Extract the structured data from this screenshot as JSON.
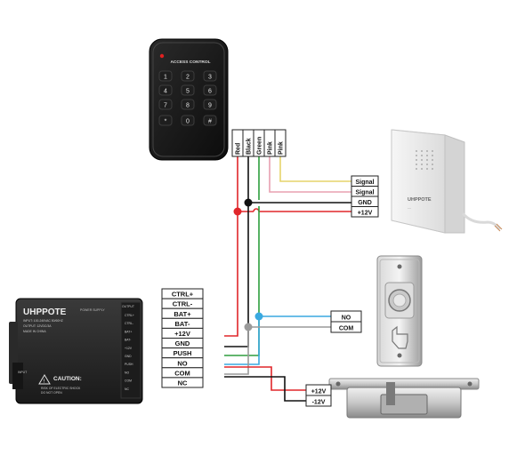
{
  "keypad": {
    "header": "ACCESS CONTROL",
    "keys": [
      "1",
      "2",
      "3",
      "4",
      "5",
      "6",
      "7",
      "8",
      "9",
      "*",
      "0",
      "#"
    ]
  },
  "keypad_wires": [
    "Red",
    "Black",
    "Green",
    "Pink",
    "Pink"
  ],
  "doorbell": {
    "brand": "UHPPOTE",
    "terminals": [
      "Signal",
      "Signal",
      "GND",
      "+12V"
    ]
  },
  "exit_button": {
    "terminals": [
      "NO",
      "COM"
    ]
  },
  "lock": {
    "terminals": [
      "+12V",
      "-12V"
    ]
  },
  "power_supply": {
    "brand": "UHPPOTE",
    "subtitle": "POWER SUPPLY",
    "info_lines": [
      "INPUT: 100-240VAC 50/60HZ",
      "OUTPUT: 12VDC/3A",
      "MADE IN CHINA"
    ],
    "input_label": "INPUT",
    "output_label": "OUTPUT",
    "caution_title": "CAUTION:",
    "caution_lines": [
      "RISK OF ELECTRIC SHOCK",
      "DO NOT OPEN"
    ],
    "terminal_labels": [
      "CTRL+",
      "CTRL-",
      "BAT+",
      "BAT-",
      "+12V",
      "GND",
      "PUSH",
      "NO",
      "COM",
      "NC"
    ]
  },
  "terminal_block": [
    "CTRL+",
    "CTRL-",
    "BAT+",
    "BAT-",
    "+12V",
    "GND",
    "PUSH",
    "NO",
    "COM",
    "NC"
  ],
  "colors": {
    "red": "#e0262a",
    "black": "#111111",
    "green": "#2e9e3e",
    "pink": "#e8a0b0",
    "blue": "#3aa9e0",
    "gray": "#9a9a9a",
    "yellow": "#e6d46a"
  }
}
